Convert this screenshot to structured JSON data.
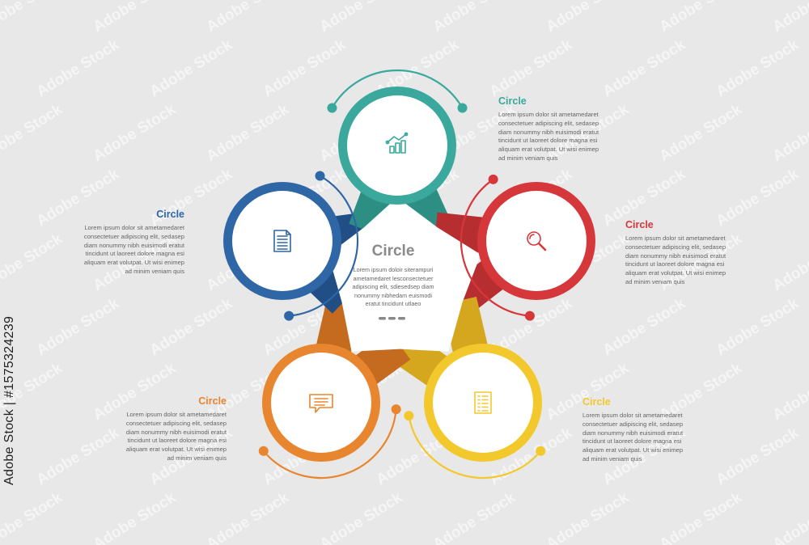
{
  "center": {
    "title": "Circle",
    "lines": [
      "Lorem ipsum doloir siterampuri",
      "ametamedaret lesconsectetuer",
      "adipiscing elit, sdiesedsep diam",
      "nonummy nibhedam euismodi",
      "eratut tincidunt utlaeo"
    ],
    "dots": "---"
  },
  "steps": [
    {
      "title": "Circle",
      "color": "#3aa89c",
      "dark": "#2d8f84",
      "icon": "bar-chart-icon",
      "lines": [
        "Lorem ipsum dolor sit ametamedaret",
        "consectetuer adipiscing elit, sedasep",
        "diam nonummy nibh euisimodi eratut",
        "tincidunt ut laoreet dolore magna esi",
        "aliquam erat volutpat. Ut wisi enimep",
        "ad minim veniam quis"
      ]
    },
    {
      "title": "Circle",
      "color": "#d6373a",
      "dark": "#b72e31",
      "icon": "search-icon",
      "lines": [
        "Lorem ipsum dolor sit ametamedaret",
        "consectetuer adipiscing elit, sedasep",
        "diam nonummy nibh euisimodi eratut",
        "tincidunt ut laoreet dolore magna esi",
        "aliquam erat volutpat. Ut wisi enimep",
        "ad minim veniam quis"
      ]
    },
    {
      "title": "Circle",
      "color": "#f3c82c",
      "dark": "#d4a71e",
      "icon": "document-list-icon",
      "lines": [
        "Lorem ipsum dolor sit ametamedaret",
        "consectetuer adipiscing elit, sedasep",
        "diam nonummy nibh euisimodi eratut",
        "tincidunt ut laoreet dolore magna esi",
        "aliquam erat volutpat. Ut wisi enimep",
        "ad minim veniam quis"
      ]
    },
    {
      "title": "Circle",
      "color": "#e8852f",
      "dark": "#c46b1f",
      "icon": "chat-bubble-icon",
      "lines": [
        "Lorem ipsum dolor sit ametamedaret",
        "consectetuer adipiscing elit, sedasep",
        "diam nonummy nibh euisimodi eratut",
        "tincidunt ut laoreet dolore magna esi",
        "aliquam erat volutpat. Ut wisi enimep",
        "ad minim veniam quis"
      ]
    },
    {
      "title": "Circle",
      "color": "#2f67a6",
      "dark": "#214f85",
      "icon": "document-icon",
      "lines": [
        "Lorem ipsum dolor sit ametamedaret",
        "consectetuer adipiscing elit, sedasep",
        "diam nonummy nibh euisimodi eratut",
        "tincidunt ut laoreet dolore magna esi",
        "aliquam erat volutpat. Ut wisi enimep",
        "ad minim veniam quis"
      ]
    }
  ],
  "watermark": "Adobe Stock",
  "stock_id": "Adobe Stock | #1575324239"
}
